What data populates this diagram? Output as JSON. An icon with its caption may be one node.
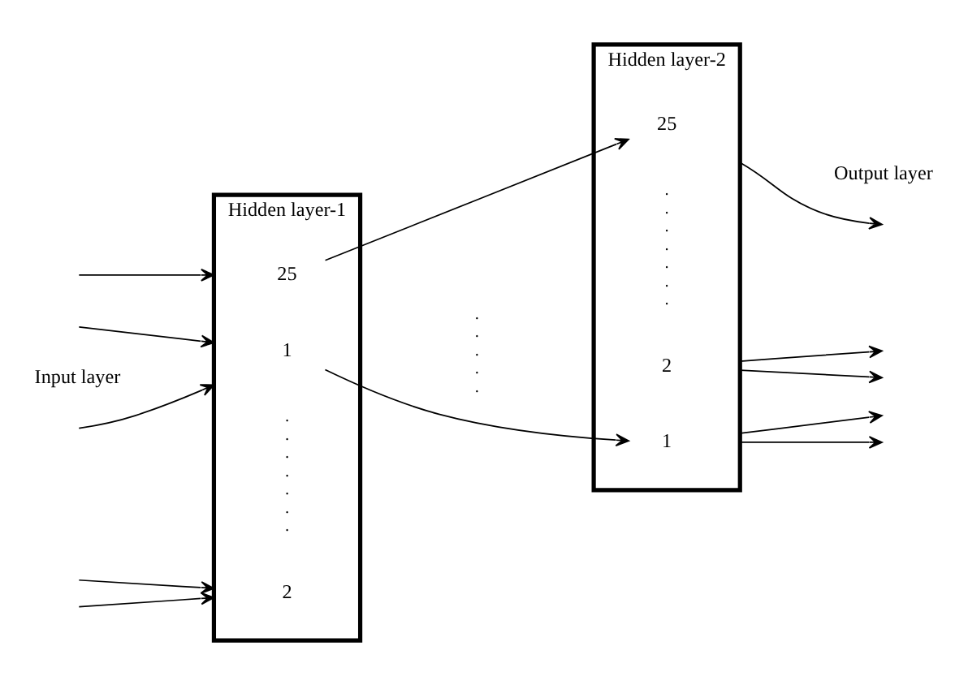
{
  "diagram": {
    "nodes": [
      {
        "text": [
          "Hidden layer-1"
        ]
      },
      {
        "text": [
          "1"
        ],
        "in": 0
      },
      {
        "text": [
          "2"
        ],
        "in": 0
      },
      {
        "text": [
          "25"
        ],
        "in": 0
      },
      {
        "text": [
          "Hidden layer-2"
        ]
      },
      {
        "text": [
          "1"
        ],
        "in": 4
      },
      {
        "text": [
          "2"
        ],
        "in": 4
      },
      {
        "text": [
          "25"
        ],
        "in": 4
      }
    ],
    "edges": [
      {
        "from": null,
        "to": 0,
        "arrow": "to"
      },
      {
        "from": null,
        "to": 0,
        "arrow": "to"
      },
      {
        "from": null,
        "to": 0,
        "arrow": "to"
      },
      {
        "from": null,
        "to": 0,
        "arrow": "to"
      },
      {
        "from": null,
        "to": 0,
        "arrow": "to"
      },
      {
        "from": 1,
        "to": 5,
        "arrow": "to"
      },
      {
        "from": 3,
        "to": 7,
        "arrow": "to"
      },
      {
        "from": 4,
        "to": null,
        "arrow": "to"
      },
      {
        "from": 4,
        "to": null,
        "arrow": "to"
      },
      {
        "from": 4,
        "to": null,
        "arrow": "to"
      },
      {
        "from": 4,
        "to": null,
        "arrow": "to"
      },
      {
        "from": 4,
        "to": null,
        "arrow": "to"
      }
    ],
    "labels": [
      "Input layer",
      ". . . . . . .",
      ". . . . .",
      ". . . . . . .",
      "Output layer"
    ]
  }
}
